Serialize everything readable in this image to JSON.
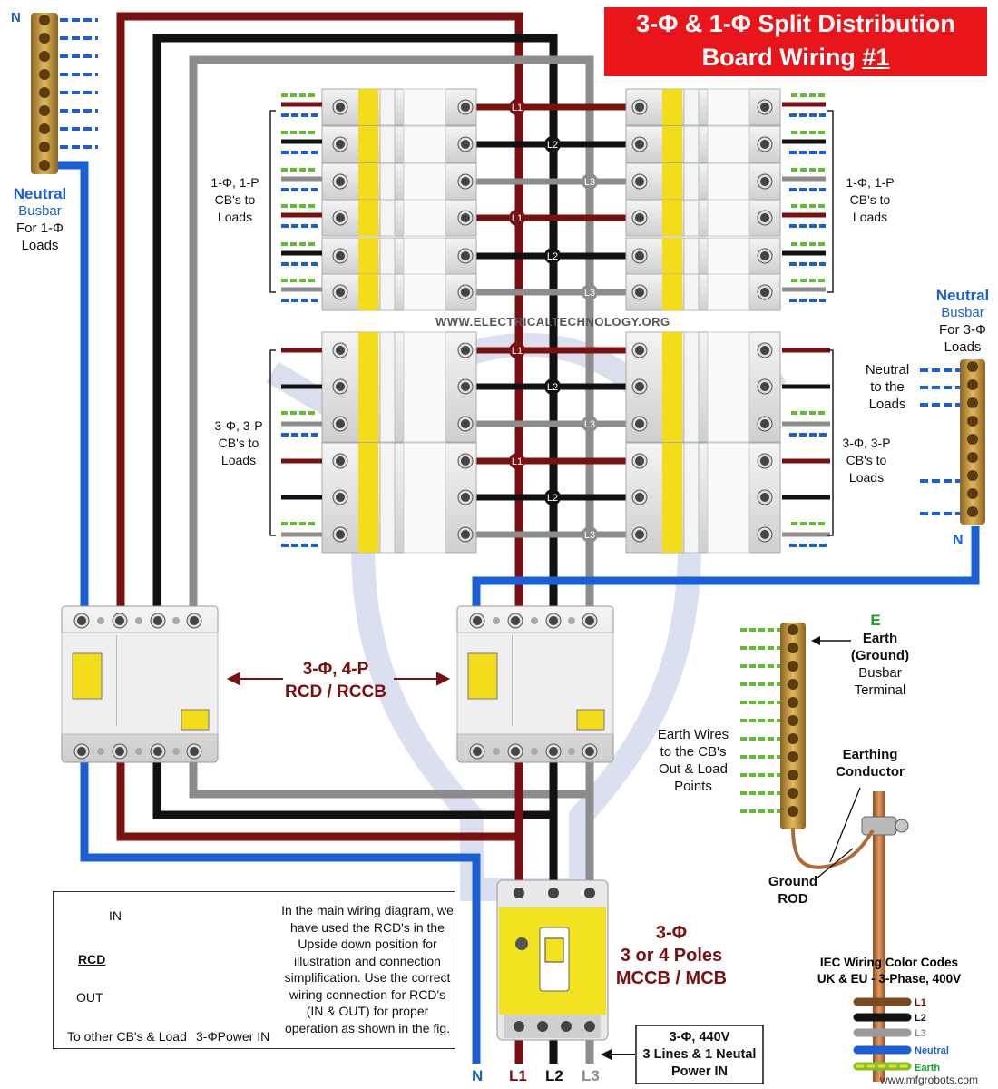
{
  "title": {
    "line1": "3-Φ & 1-Φ Split Distribution",
    "line2_prefix": "Board Wiring ",
    "line2_number": "#1"
  },
  "watermark": "WWW.ELECTRICALTECHNOLOGY.ORG",
  "source_watermark": "www.mfgrobots.com",
  "neutral_busbar_1ph": {
    "letter": "N",
    "title": "Neutral",
    "sub": "Busbar",
    "desc1": "For 1-Φ",
    "desc2": "Loads"
  },
  "neutral_busbar_3ph": {
    "title": "Neutral",
    "sub": "Busbar",
    "desc1": "For 3-Φ",
    "desc2": "Loads",
    "letter": "N"
  },
  "neutral_to_loads": [
    "Neutral",
    "to the",
    "Loads"
  ],
  "single_phase_cbs_left": [
    "1-Φ, 1-P",
    "CB's to",
    "Loads"
  ],
  "single_phase_cbs_right": [
    "1-Φ, 1-P",
    "CB's to",
    "Loads"
  ],
  "three_phase_cbs_left": [
    "3-Φ, 3-P",
    "CB's to",
    "Loads"
  ],
  "three_phase_cbs_right": [
    "3-Φ, 3-P",
    "CB's to",
    "Loads"
  ],
  "rcd_label": {
    "line1": "3-Φ, 4-P",
    "line2": "RCD / RCCB"
  },
  "earth_busbar": {
    "letter": "E",
    "line1": "Earth",
    "line2": "(Ground)",
    "line3": "Busbar",
    "line4": "Terminal"
  },
  "earth_wires": [
    "Earth Wires",
    "to the CB's",
    "Out & Load",
    "Points"
  ],
  "earthing_conductor": [
    "Earthing",
    "Conductor"
  ],
  "ground_rod": [
    "Ground",
    "ROD"
  ],
  "mccb_label": {
    "line1": "3-Φ",
    "line2": "3 or 4 Poles",
    "line3": "MCCB / MCB"
  },
  "power_in": {
    "line1": "3-Φ, 440V",
    "line2": "3 Lines & 1 Neutal",
    "line3": "Power IN"
  },
  "bottom_labels": {
    "n": "N",
    "l1": "L1",
    "l2": "L2",
    "l3": "L3"
  },
  "phase_tags": {
    "l1": "L1",
    "l2": "L2",
    "l3": "L3"
  },
  "note": {
    "rcd": "RCD",
    "in": "IN",
    "out": "OUT",
    "to_other": "To other CB's & Load",
    "power_in": "3-ΦPower IN",
    "text": "In the main wiring diagram, we have used the RCD's in the Upside down position for illustration and connection simplification. Use the correct wiring connection for RCD's (IN & OUT) for proper operation as shown in the fig."
  },
  "iec": {
    "title1": "IEC Wiring Color Codes",
    "title2": "UK & EU - 3-Phase, 400V",
    "entries": [
      "L1",
      "L2",
      "L3",
      "Neutral",
      "Earth"
    ]
  },
  "colors": {
    "l1": "#7b1010",
    "l2": "#111111",
    "l3": "#8c8c8c",
    "neutral": "#1b5fd6",
    "earth": "#5fbf2a",
    "title_bg": "#e8161b",
    "breaker_yellow": "#f3dc1c",
    "brass": "#c79a3a"
  }
}
